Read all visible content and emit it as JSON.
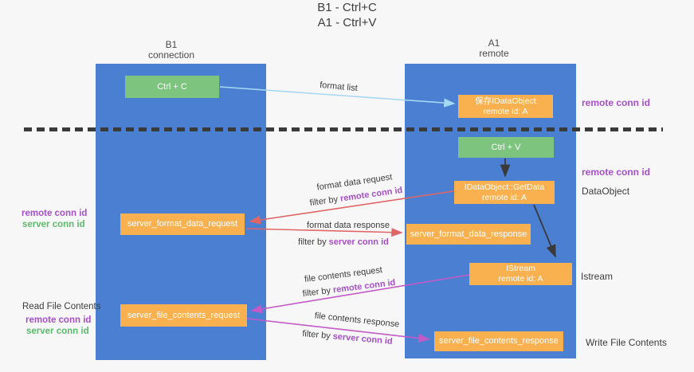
{
  "title": {
    "line1": "B1 - Ctrl+C",
    "line2": "A1 - Ctrl+V"
  },
  "columns": {
    "left": {
      "name": "B1",
      "subtitle": "connection"
    },
    "right": {
      "name": "A1",
      "subtitle": "remote"
    }
  },
  "nodes": {
    "ctrl_c": {
      "label": "Ctrl + C"
    },
    "ctrl_v": {
      "label": "Ctrl + V"
    },
    "save_idataobject": {
      "line1": "保存IDataObject",
      "line2": "remote id: A"
    },
    "idataobject_getdata": {
      "line1": "IDataObject::GetData",
      "line2": "remote id: A"
    },
    "istream_box": {
      "line1": "IStream",
      "line2": "remote id: A"
    },
    "server_format_data_request": {
      "label": "server_format_data_request"
    },
    "server_format_data_response": {
      "label": "server_format_data_response"
    },
    "server_file_contents_request": {
      "label": "server_file_contents_request"
    },
    "server_file_contents_response": {
      "label": "server_file_contents_response"
    }
  },
  "side_labels": {
    "remote_conn_id_top_right": "remote conn id",
    "remote_conn_id_mid_right": "remote conn id",
    "dataobject": "DataObject",
    "istream": "Istream",
    "write_file_contents": "Write File Contents",
    "read_file_contents": "Read File Contents",
    "remote_conn_id_left1": "remote conn id",
    "server_conn_id_left1": "server conn id",
    "remote_conn_id_left2": "remote conn id",
    "server_conn_id_left2": "server conn id"
  },
  "flow_labels": {
    "format_list": "format list",
    "format_data_request": "format data request",
    "format_data_response": "format data response",
    "file_contents_request": "file contents request",
    "file_contents_response": "file contents response",
    "filter_by": "filter by",
    "remote_conn_id": "remote conn id",
    "server_conn_id": "server conn id"
  },
  "colors": {
    "column_blue": "#4a7fd2",
    "box_green": "#7dc47e",
    "box_orange": "#f9b04e",
    "label_purple": "#a64fc8",
    "label_green": "#5cbb6a",
    "arrow_red": "#e06666",
    "arrow_magenta": "#c45ac8",
    "arrow_light_blue": "#a5d8f3",
    "arrow_black": "#3a3a3a"
  }
}
